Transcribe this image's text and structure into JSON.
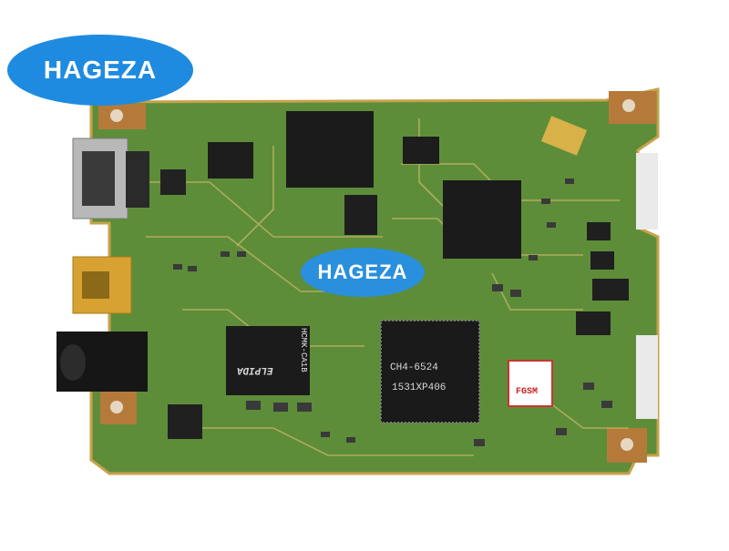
{
  "watermark": {
    "top_label": "HAGEZA",
    "center_label": "HAGEZA"
  },
  "board": {
    "main_chip_line1": "CH4-6524",
    "main_chip_line2": "1531XP406",
    "silk_label": "HCMK-CA1B",
    "elpida_label": "ELPIDA",
    "sticker_label": "FGSM"
  },
  "colors": {
    "board": "#5f8f3a",
    "board_dark": "#3d6a24",
    "trace": "#c8b468",
    "chip": "#1b1b1b",
    "gold": "#d8a232",
    "watermark": "#1f8be0"
  }
}
